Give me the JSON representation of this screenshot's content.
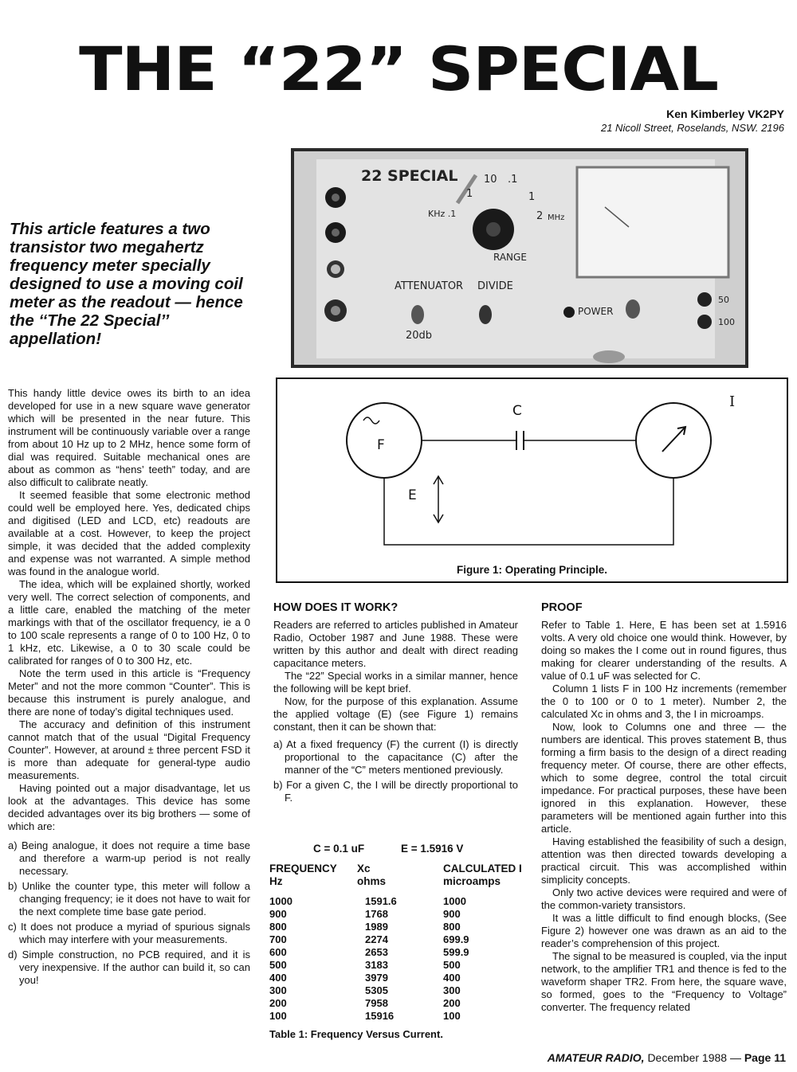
{
  "title": "THE “22” SPECIAL",
  "author": {
    "name": "Ken Kimberley VK2PY",
    "address": "21 Nicoll Street, Roselands, NSW. 2196"
  },
  "intro": "This article features a two transistor two megahertz frequency meter specially designed to use a moving coil meter as the readout — hence the ‘‘The 22 Special’’ appellation!",
  "photo_panel": {
    "brand": "22 SPECIAL",
    "range_label": "RANGE",
    "khz_label": "KHz .1",
    "mhz_label": "MHz",
    "dial_10": "10",
    "dial_1a": ".1",
    "dial_1b": "1",
    "dial_1c": "1",
    "dial_2": "2",
    "attenuator": "ATTENUATOR",
    "divide": "DIVIDE",
    "db": "20db",
    "power": "POWER",
    "scale_50": "50",
    "scale_100": "100"
  },
  "figure": {
    "label_c": "C",
    "label_i": "I",
    "label_f": "F",
    "label_e": "E",
    "caption": "Figure 1: Operating Principle."
  },
  "col1": {
    "p1": "This handy little device owes its birth to an idea developed for use in a new square wave generator which will be presented in the near future. This instrument will be continuously variable over a range from about 10 Hz up to 2 MHz, hence some form of dial was required. Suitable mechanical ones are about as common as “hens’ teeth” today, and are also difficult to calibrate neatly.",
    "p2": "It seemed feasible that some electronic method could well be employed here. Yes, dedicated chips and digitised (LED and LCD, etc) readouts are available at a cost. However, to keep the project simple, it was decided that the added complexity and expense was not warranted. A simple method was found in the analogue world.",
    "p3": "The idea, which will be explained shortly, worked very well. The correct selection of components, and a little care, enabled the matching of the meter markings with that of the oscillator frequency, ie a 0 to 100 scale represents a range of 0 to 100 Hz, 0 to 1 kHz, etc. Likewise, a 0 to 30 scale could be calibrated for ranges of 0 to 300 Hz, etc.",
    "p4": "Note the term used in this article is “Frequency Meter” and not the more common “Counter”. This is because this instrument is purely analogue, and there are none of today’s digital techniques used.",
    "p5": "The accuracy and definition of this instrument cannot match that of the usual “Digital Frequency Counter”. However, at around ± three percent FSD it is more than adequate for general-type audio measurements.",
    "p6": "Having pointed out a major disadvantage, let us look at the advantages. This device has some decided advantages over its big brothers — some of which are:",
    "a": "a) Being analogue, it does not require a time base and therefore a warm-up period is not really necessary.",
    "b": "b) Unlike the counter type, this meter will follow a changing frequency; ie it does not have to wait for the next complete time base gate period.",
    "c": "c) It does not produce a myriad of spurious signals which may interfere with your measurements.",
    "d": "d) Simple construction, no PCB required, and it is very inexpensive. If the author can build it, so can you!"
  },
  "col2": {
    "heading": "HOW DOES IT WORK?",
    "p1": "Readers are referred to articles published in Amateur Radio, October 1987 and June 1988. These were written by this author and dealt with direct reading capacitance meters.",
    "p2": "The “22” Special works in a similar manner, hence the following will be kept brief.",
    "p3": "Now, for the purpose of this explanation. Assume the applied voltage (E) (see Figure 1) remains constant, then it can be shown that:",
    "a": "a) At a fixed frequency (F) the current (I) is directly proportional to the capacitance (C) after the manner of the “C” meters mentioned previously.",
    "b": "b) For a given C, the I will be directly proportional to F."
  },
  "col3": {
    "heading": "PROOF",
    "p1": "Refer to Table 1. Here, E has been set at 1.5916 volts. A very old choice one would think. However, by doing so makes the I come out in round figures, thus making for clearer understanding of the results. A value of 0.1 uF was selected for C.",
    "p2": "Column 1 lists F in 100 Hz increments (remember the 0 to 100 or 0 to 1 meter). Number 2, the calculated Xc in ohms and 3, the I in microamps.",
    "p3": "Now, look to Columns one and three — the numbers are identical. This proves statement B, thus forming a firm basis to the design of a direct reading frequency meter. Of course, there are other effects, which to some degree, control the total circuit impedance. For practical purposes, these have been ignored in this explanation. However, these parameters will be mentioned again further into this article.",
    "p4": "Having established the feasibility of such a design, attention was then directed towards developing a practical circuit. This was accomplished within simplicity concepts.",
    "p5": "Only two active devices were required and were of the common-variety transistors.",
    "p6": "It was a little difficult to find enough blocks, (See Figure 2) however one was drawn as an aid to the reader’s comprehension of this project.",
    "p7": "The signal to be measured is coupled, via the input network, to the amplifier TR1 and thence is fed to the waveform shaper TR2. From here, the square wave, so formed, goes to the “Frequency to Voltage” converter. The frequency related"
  },
  "table": {
    "cond_c": "C = 0.1 uF",
    "cond_e": "E = 1.5916 V",
    "h1a": "FREQUENCY",
    "h1b": "Hz",
    "h2a": "Xc",
    "h2b": "ohms",
    "h3a": "CALCULATED I",
    "h3b": "microamps",
    "rows": [
      [
        "1000",
        "1591.6",
        "1000"
      ],
      [
        "900",
        "1768",
        "900"
      ],
      [
        "800",
        "1989",
        "800"
      ],
      [
        "700",
        "2274",
        "699.9"
      ],
      [
        "600",
        "2653",
        "599.9"
      ],
      [
        "500",
        "3183",
        "500"
      ],
      [
        "400",
        "3979",
        "400"
      ],
      [
        "300",
        "5305",
        "300"
      ],
      [
        "200",
        "7958",
        "200"
      ],
      [
        "100",
        "15916",
        "100"
      ]
    ],
    "caption": "Table 1: Frequency Versus Current."
  },
  "footer": {
    "magazine": "AMATEUR RADIO,",
    "date": "December 1988 —",
    "page": "Page 11"
  }
}
